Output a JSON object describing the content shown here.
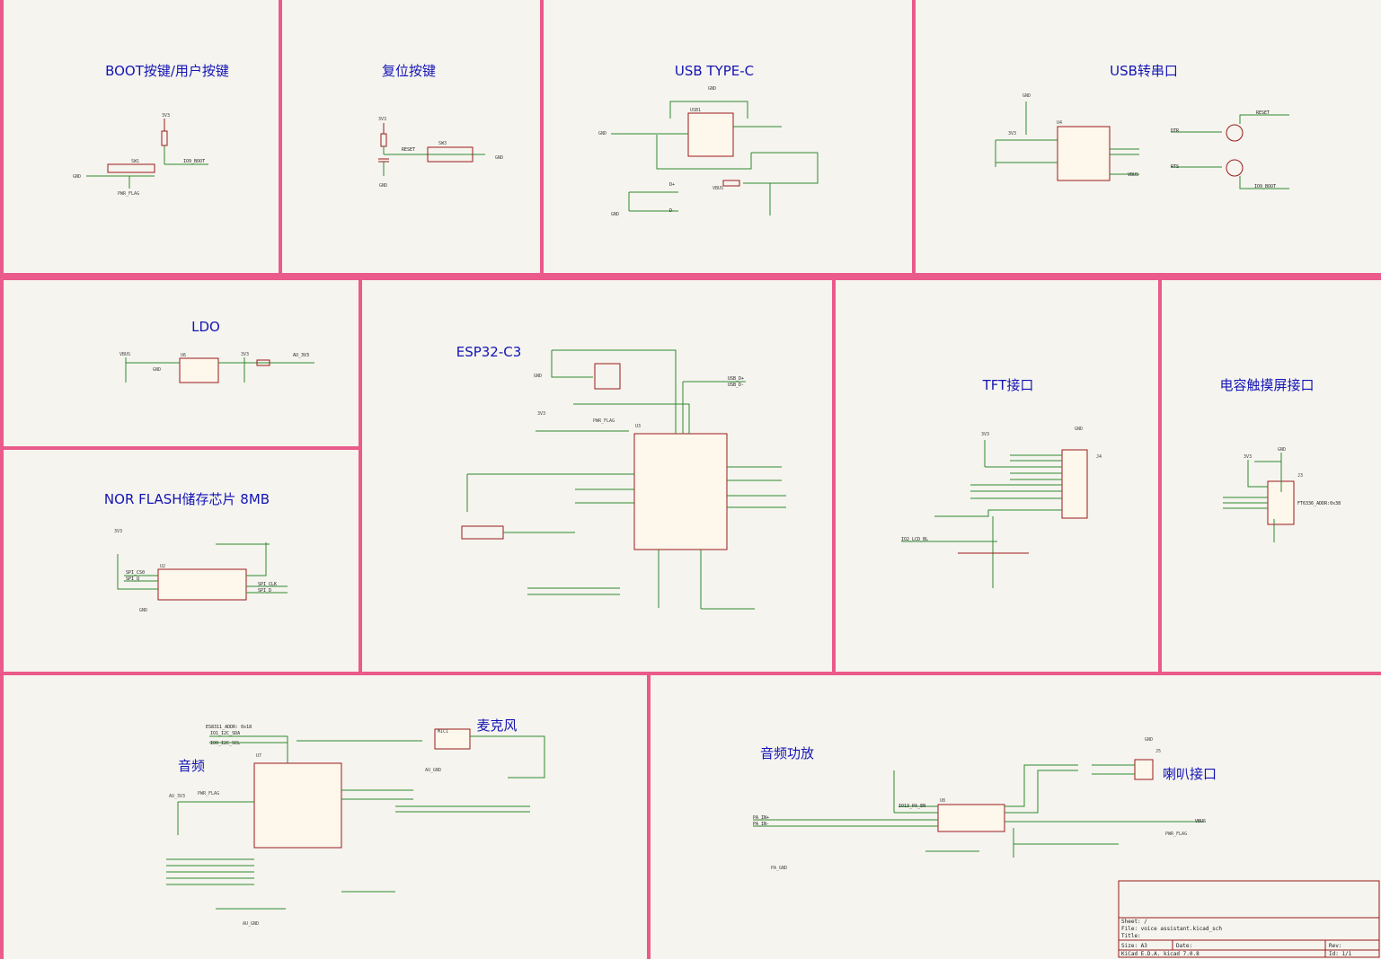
{
  "sheet": {
    "sections": [
      {
        "id": "boot",
        "title": "BOOT按键/用户按键"
      },
      {
        "id": "reset",
        "title": "复位按键"
      },
      {
        "id": "usbc",
        "title": "USB TYPE-C"
      },
      {
        "id": "usbserial",
        "title": "USB转串口"
      },
      {
        "id": "ldo",
        "title": "LDO"
      },
      {
        "id": "esp32",
        "title": "ESP32-C3"
      },
      {
        "id": "tft",
        "title": "TFT接口"
      },
      {
        "id": "touch",
        "title": "电容触摸屏接口"
      },
      {
        "id": "norflash",
        "title": "NOR FLASH储存芯片 8MB"
      },
      {
        "id": "audio",
        "title": "音频"
      },
      {
        "id": "mic",
        "title": "麦克风"
      },
      {
        "id": "amp",
        "title": "音频功放"
      },
      {
        "id": "speaker",
        "title": "喇叭接口"
      }
    ]
  },
  "labels": {
    "boot": {
      "v3v3": "3V3",
      "io9": "IO9_BOOT",
      "gnd": "GND",
      "sw": "SW1",
      "flag": "PWR_FLAG"
    },
    "reset": {
      "v3v3": "3V3",
      "reset": "RESET",
      "sw": "SW3",
      "gnd": "GND",
      "gnd2": "GND"
    },
    "usbc": {
      "gnd": "GND",
      "usb": "USB1",
      "vbus": "VBUS",
      "dp": "D+",
      "dm": "D-",
      "gnd2": "GND",
      "gnd3": "GND"
    },
    "usbserial": {
      "v3v3": "3V3",
      "gnd": "GND",
      "rts": "RTS",
      "dtr": "DTR",
      "reset": "RESET",
      "io9": "IO9_BOOT",
      "vbus": "VBUS",
      "chip": "U4"
    },
    "ldo": {
      "vbus": "VBUS",
      "gnd": "GND",
      "v3v3": "3V3",
      "aul": "AU_3V3",
      "chip": "U6"
    },
    "esp32": {
      "v3v3": "3V3",
      "gnd": "GND",
      "usbdp": "USB_D+",
      "usbdm": "USB_D-",
      "chip": "U3",
      "flag": "PWR_FLAG"
    },
    "tft": {
      "v3v3": "3V3",
      "gnd": "GND",
      "conn": "J4",
      "bl": "IO2_LCD_BL"
    },
    "touch": {
      "v3v3": "3V3",
      "gnd": "GND",
      "conn": "J3",
      "addr": "FT6336_ADDR:0x38"
    },
    "norflash": {
      "v3v3": "3V3",
      "gnd": "GND",
      "chip": "U2",
      "cs": "SPI_CS0",
      "q": "SPI_Q",
      "clk": "SPI_CLK",
      "d": "SPI_D"
    },
    "audio": {
      "addr": "ES8311_ADDR: 0x18",
      "sda": "IO1_I2C_SDA",
      "scl": "IO0_I2C_SCL",
      "gnd": "AU_GND",
      "v3v3": "AU_3V3",
      "chip": "U7",
      "flag": "PWR_FLAG"
    },
    "mic": {
      "gnd": "AU_GND",
      "chip": "MIC1"
    },
    "amp": {
      "gnd": "PA_GND",
      "in_p": "PA_IN+",
      "in_m": "PA_IN-",
      "chip": "U8",
      "en": "IO13_PA_EN",
      "vbus": "VBUS",
      "flag": "PWR_FLAG"
    },
    "speaker": {
      "conn": "J5",
      "gnd": "GND"
    }
  },
  "title_block": {
    "sheet": "Sheet: /",
    "file": "File: voice assistant.kicad_sch",
    "title": "Title:",
    "size": "Size: A3",
    "date": "Date:",
    "rev": "Rev:",
    "kicad": "KiCad E.D.A.  kicad 7.0.8",
    "id": "Id: 1/1"
  }
}
